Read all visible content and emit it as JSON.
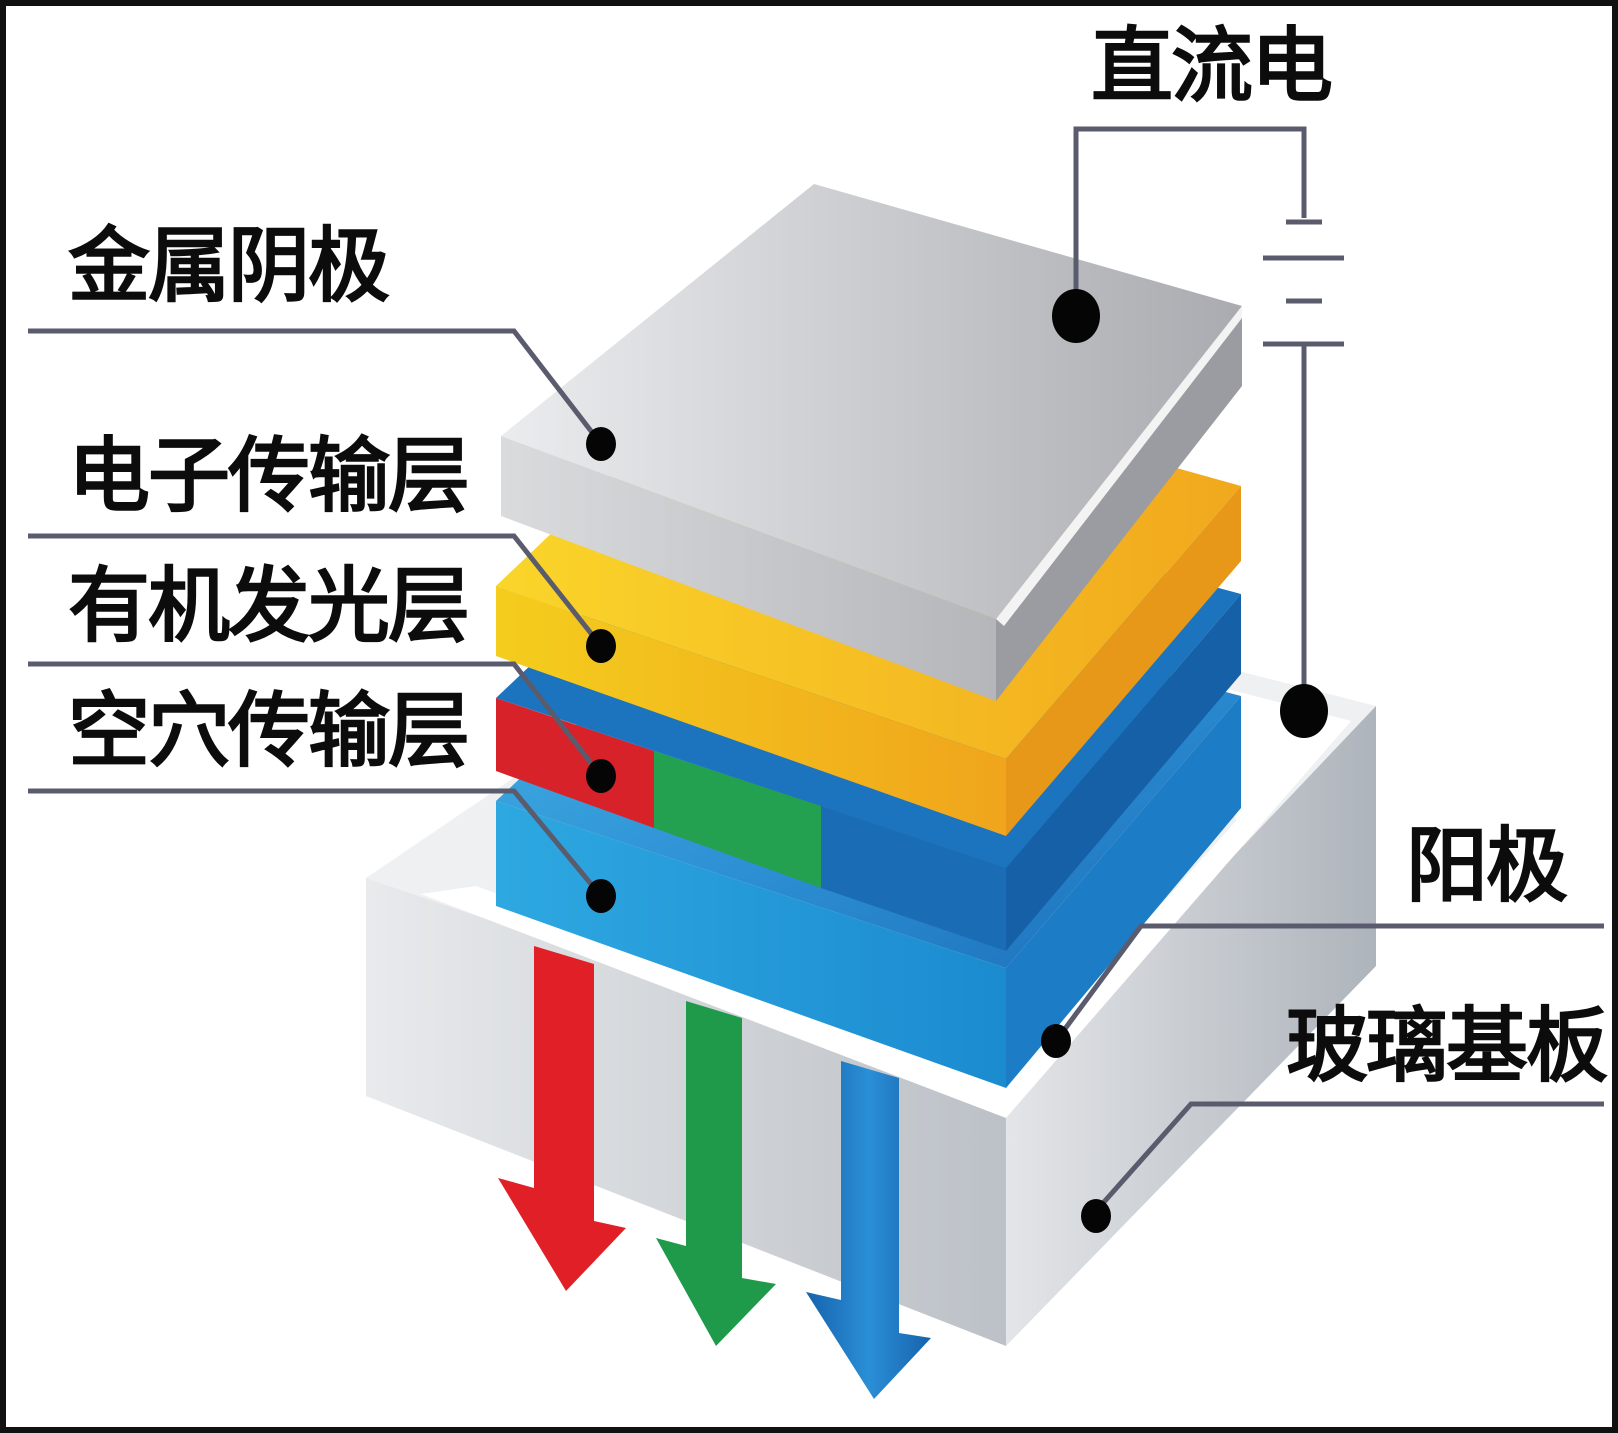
{
  "labels": {
    "power": "直流电",
    "cathode": "金属阴极",
    "etl": "电子传输层",
    "eml": "有机发光层",
    "htl": "空穴传输层",
    "anode": "阳极",
    "glass": "玻璃基板"
  },
  "colors": {
    "cathode": "#c9cacd",
    "etl": "#f3c01c",
    "eml_red": "#d8222a",
    "eml_green": "#23a150",
    "eml_blue": "#1769b5",
    "htl": "#27a2dc",
    "glass": "#d3d7dc",
    "arrow_red": "#e01f26",
    "arrow_green": "#1f9a4b",
    "arrow_blue": "#1a6fb8"
  }
}
